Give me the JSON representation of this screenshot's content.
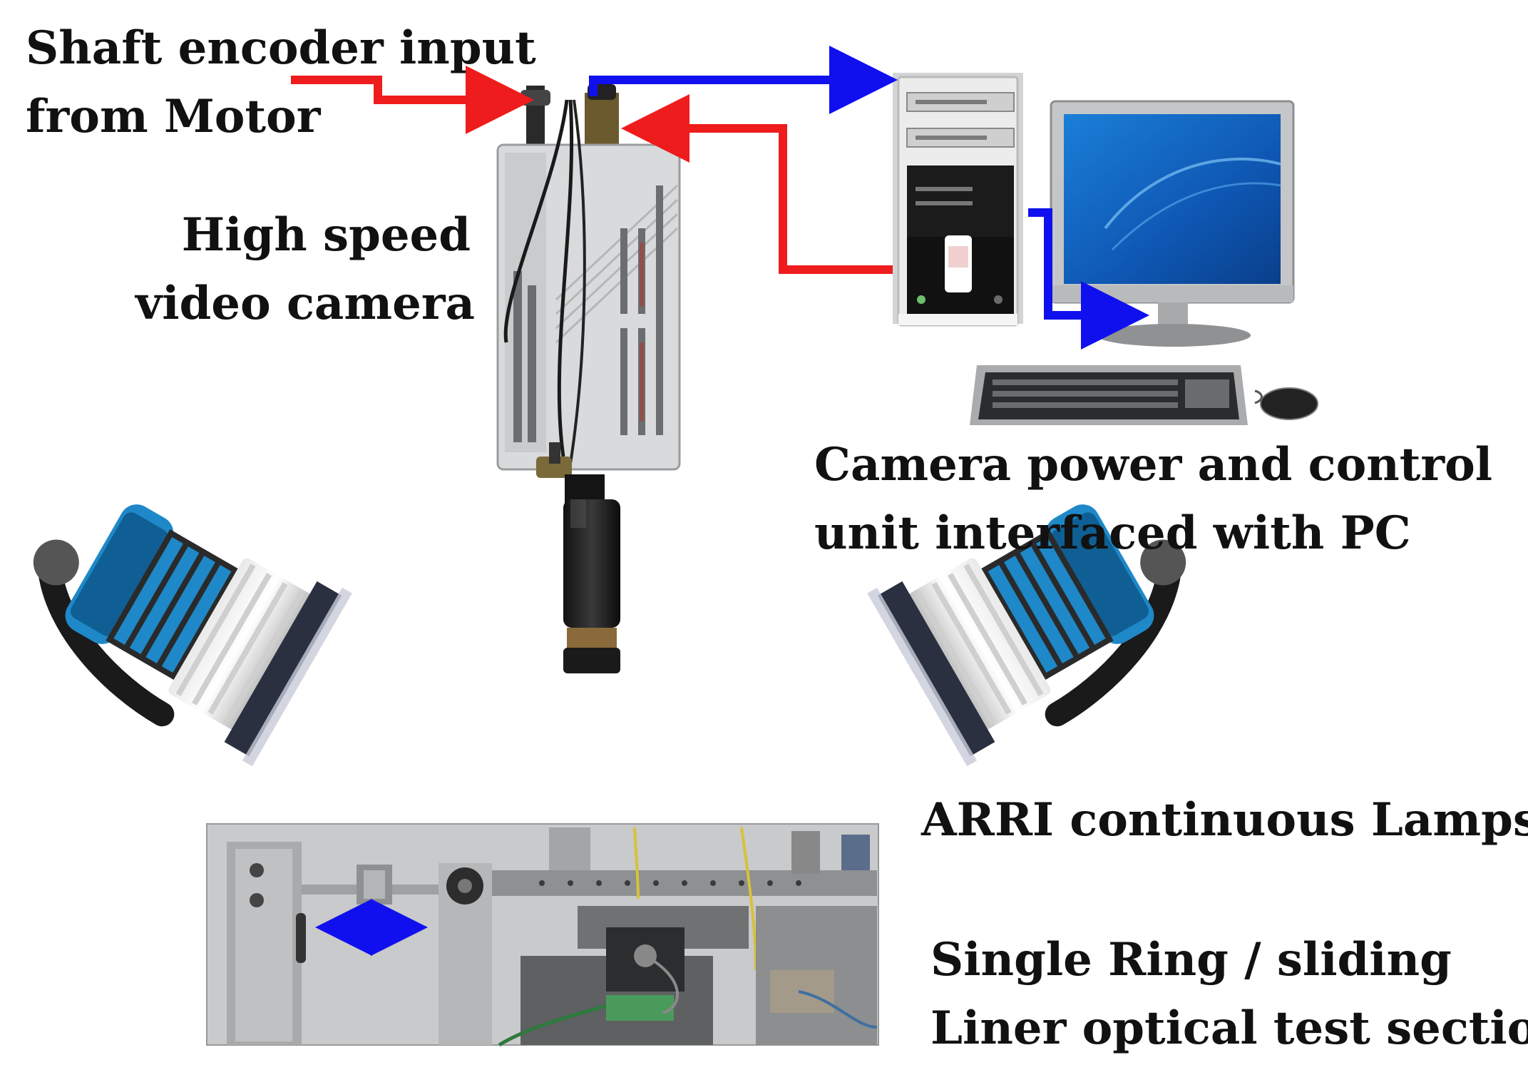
{
  "labels": {
    "shaft_encoder": {
      "line1": "Shaft encoder input",
      "line2": "from Motor"
    },
    "camera": {
      "line1": "High speed",
      "line2": "video camera"
    },
    "control_unit": {
      "line1": "Camera power and control",
      "line2": "unit interfaced with PC"
    },
    "lamps": {
      "line1": "ARRI continuous Lamps"
    },
    "test_section": {
      "line1": "Single Ring / sliding",
      "line2": "Liner optical test section"
    }
  },
  "colors": {
    "signal_in": "#ee1c1c",
    "signal_out": "#1010ee",
    "lamp_blue": "#1e88c8",
    "camera_body": "#d8dadc"
  }
}
